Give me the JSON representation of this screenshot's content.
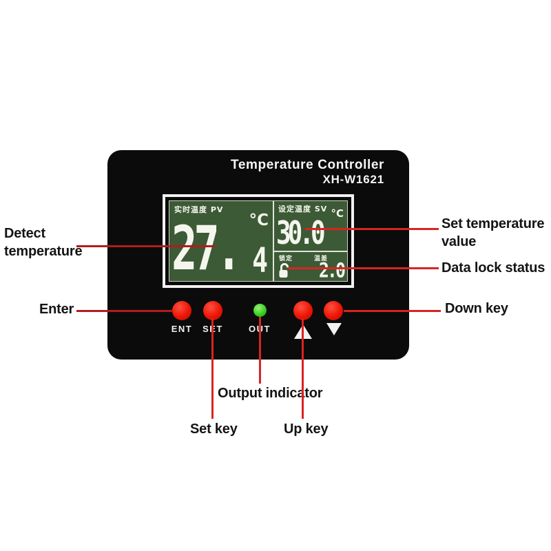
{
  "device": {
    "title": "Temperature Controller",
    "model": "XH-W1621",
    "panel_color": "#0b0b0b",
    "lcd": {
      "background_color": "#3c5a35",
      "text_color": "#f4f6ee",
      "pv_label": "实时温度 PV",
      "pv_value": "27.4",
      "pv_value_main": "27.",
      "pv_value_sub": "4",
      "pv_unit": "°C",
      "sv_label": "设定温度 SV",
      "sv_value": "30.0",
      "sv_unit": "°C",
      "lock_label": "锁定",
      "lock_status_icon": "unlocked-padlock",
      "diff_label": "温差",
      "diff_value": "2.0"
    },
    "buttons": {
      "ent": {
        "label": "ENT",
        "color": "#ec1505"
      },
      "set": {
        "label": "SET",
        "color": "#ec1505"
      },
      "out": {
        "label": "OUT",
        "color": "#35cc1d",
        "type": "indicator-led"
      },
      "up": {
        "label": "▲",
        "color": "#ec1505"
      },
      "down": {
        "label": "▼",
        "color": "#ec1505"
      }
    }
  },
  "annotations": {
    "line_color_bright": "#d92323",
    "line_color_dark": "#b01d1d",
    "labels": {
      "detect": "Detect temperature",
      "set_value": "Set temperature value",
      "data_lock": "Data lock status",
      "enter": "Enter",
      "down_key": "Down key",
      "output": "Output indicator",
      "set_key": "Set key",
      "up_key": "Up key"
    }
  }
}
